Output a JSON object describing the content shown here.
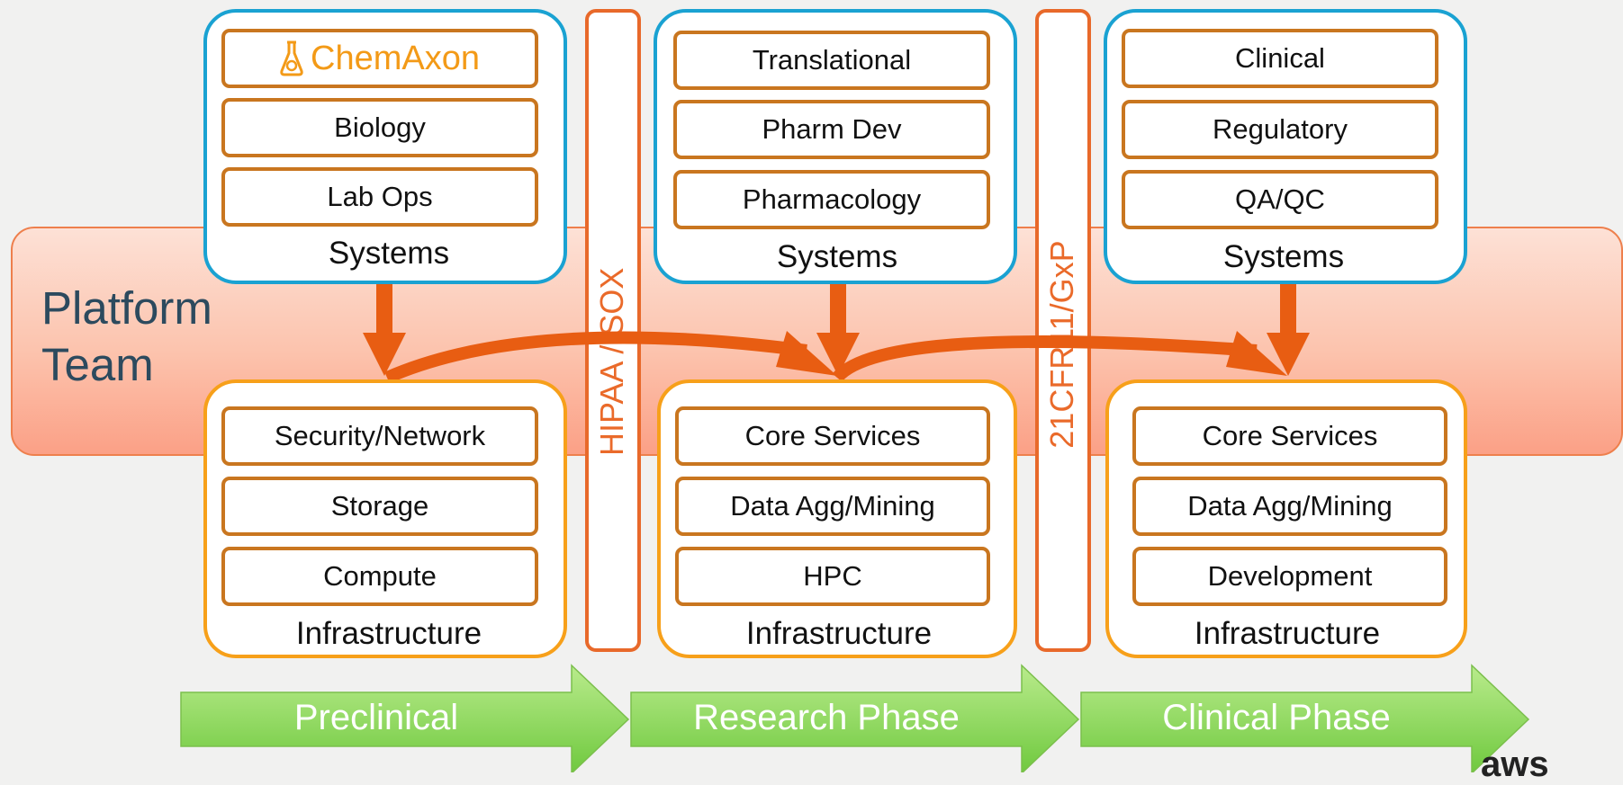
{
  "platform": {
    "label": "Platform\nTeam"
  },
  "columns": [
    {
      "systems": {
        "items": [
          "ChemAxon",
          "Biology",
          "Lab Ops"
        ],
        "label": "Systems"
      },
      "infrastructure": {
        "items": [
          "Security/Network",
          "Storage",
          "Compute"
        ],
        "label": "Infrastructure"
      },
      "phase": "Preclinical"
    },
    {
      "systems": {
        "items": [
          "Translational",
          "Pharm Dev",
          "Pharmacology"
        ],
        "label": "Systems"
      },
      "infrastructure": {
        "items": [
          "Core Services",
          "Data Agg/Mining",
          "HPC"
        ],
        "label": "Infrastructure"
      },
      "phase": "Research Phase"
    },
    {
      "systems": {
        "items": [
          "Clinical",
          "Regulatory",
          "QA/QC"
        ],
        "label": "Systems"
      },
      "infrastructure": {
        "items": [
          "Core Services",
          "Data Agg/Mining",
          "Development"
        ],
        "label": "Infrastructure"
      },
      "phase": "Clinical Phase"
    }
  ],
  "compliance": [
    "HIPAA / SOX",
    "21CFR11/GxP"
  ],
  "logo": {
    "text": "aws"
  },
  "colors": {
    "systems_border": "#1aa2d2",
    "infra_border": "#f7a01a",
    "item_border": "#c9761f",
    "arrow": "#e85d12",
    "phase_arrow": "#8ed85a",
    "chemaxon": "#f39a17"
  }
}
